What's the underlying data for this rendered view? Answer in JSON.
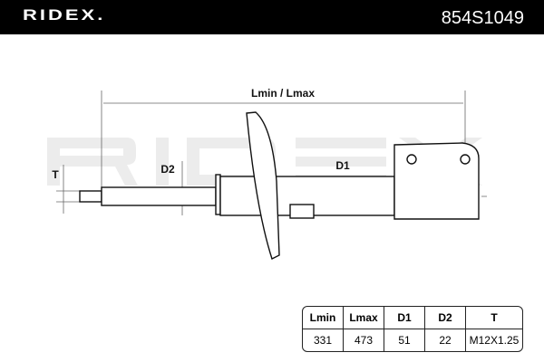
{
  "header": {
    "brand": "RIDEX.",
    "part_number": "854S1049"
  },
  "drawing": {
    "watermark": "RIDEX",
    "dimension_labels": {
      "length": "Lmin / Lmax",
      "d1": "D1",
      "d2": "D2",
      "t": "T"
    }
  },
  "spec_table": {
    "headers": [
      "Lmin",
      "Lmax",
      "D1",
      "D2",
      "T"
    ],
    "values": [
      "331",
      "473",
      "51",
      "22",
      "M12X1.25"
    ]
  }
}
